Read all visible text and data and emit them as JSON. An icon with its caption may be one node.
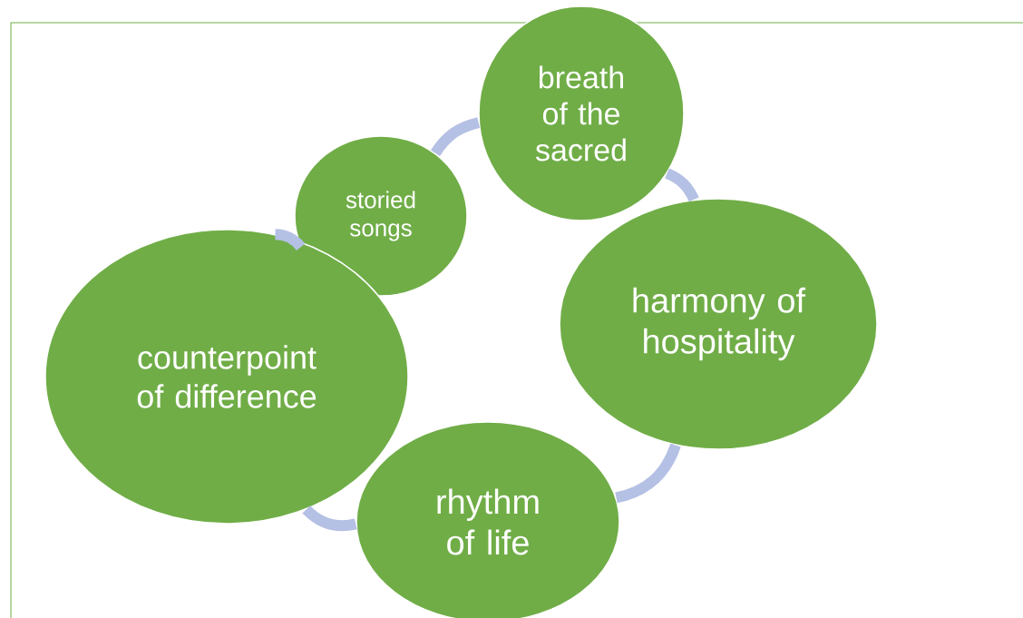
{
  "diagram": {
    "nodes": [
      {
        "text": [
          "breath of the sacred"
        ]
      },
      {
        "text": [
          "storied songs"
        ]
      },
      {
        "text": [
          "harmony of hospitality"
        ]
      },
      {
        "text": [
          "counterpoint of difference"
        ]
      },
      {
        "text": [
          "rhythm of life"
        ]
      }
    ],
    "edges": [
      {
        "from": 1,
        "to": 0,
        "arrow": "none"
      },
      {
        "from": 0,
        "to": 2,
        "arrow": "none"
      },
      {
        "from": 2,
        "to": 4,
        "arrow": "none"
      },
      {
        "from": 4,
        "to": 3,
        "arrow": "none"
      },
      {
        "from": 3,
        "to": 1,
        "arrow": "none"
      }
    ]
  }
}
